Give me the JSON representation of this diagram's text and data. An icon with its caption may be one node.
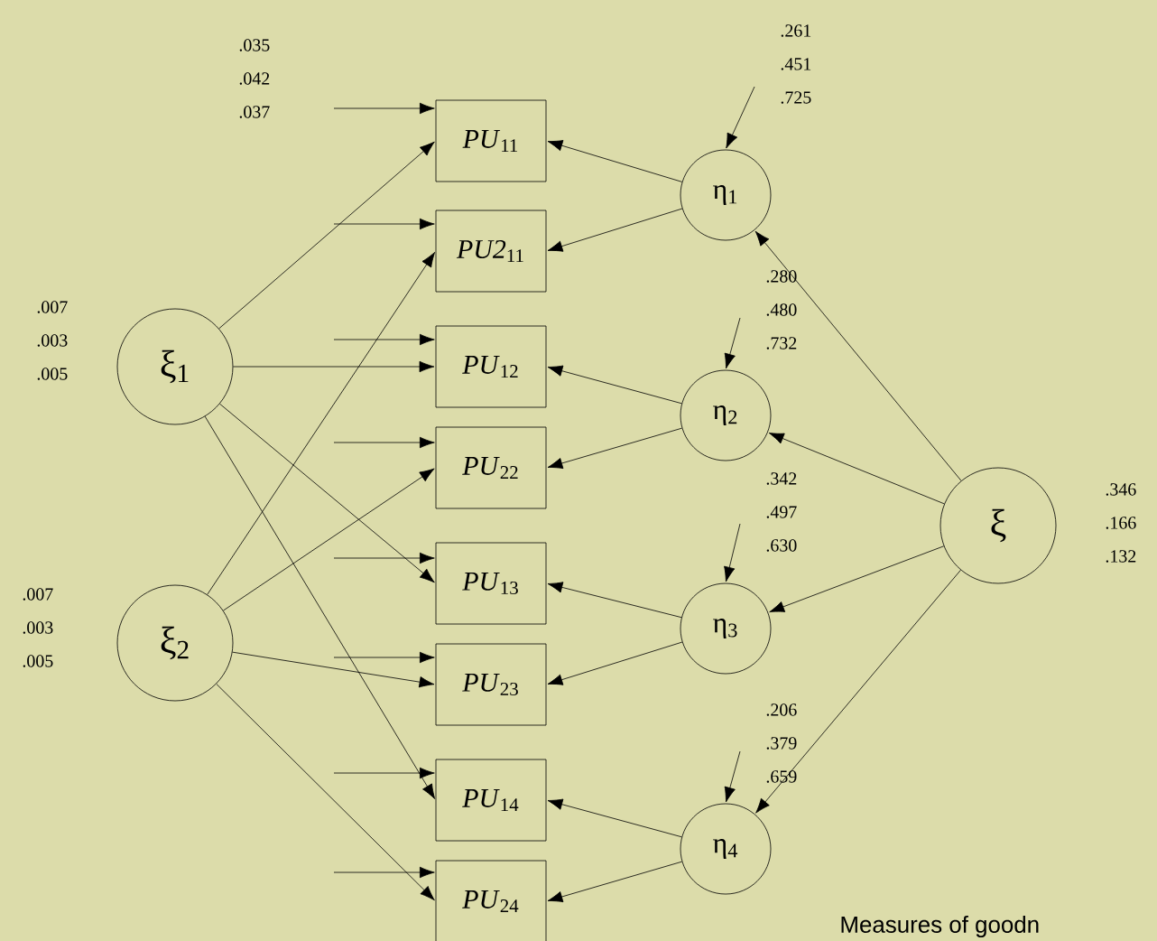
{
  "diagram": {
    "nodes": [
      {
        "text": [
          "ξ$_{1}$"
        ]
      },
      {
        "text": [
          "ξ$_{2}$"
        ]
      },
      {
        "text": [
          "*PU*$_{11}$"
        ]
      },
      {
        "text": [
          "*PU2*$_{11}$"
        ]
      },
      {
        "text": [
          "*PU*$_{12}$"
        ]
      },
      {
        "text": [
          "*PU*$_{22}$"
        ]
      },
      {
        "text": [
          "*PU*$_{13}$"
        ]
      },
      {
        "text": [
          "*PU*$_{23}$"
        ]
      },
      {
        "text": [
          "*PU*$_{14}$"
        ]
      },
      {
        "text": [
          "*PU*$_{24}$"
        ]
      },
      {
        "text": [
          "η$_{1}$"
        ]
      },
      {
        "text": [
          "η$_{2}$"
        ]
      },
      {
        "text": [
          "η$_{3}$"
        ]
      },
      {
        "text": [
          "η$_{4}$"
        ]
      },
      {
        "text": [
          "ξ"
        ]
      }
    ],
    "edges": [
      {
        "from": null,
        "to": 2,
        "arrow": "to"
      },
      {
        "from": null,
        "to": 3,
        "arrow": "to"
      },
      {
        "from": null,
        "to": 4,
        "arrow": "to"
      },
      {
        "from": null,
        "to": 5,
        "arrow": "to"
      },
      {
        "from": null,
        "to": 6,
        "arrow": "to"
      },
      {
        "from": null,
        "to": 7,
        "arrow": "to"
      },
      {
        "from": null,
        "to": 8,
        "arrow": "to"
      },
      {
        "from": null,
        "to": 9,
        "arrow": "to"
      },
      {
        "from": 0,
        "to": 2,
        "arrow": "to"
      },
      {
        "from": 0,
        "to": 4,
        "arrow": "to"
      },
      {
        "from": 0,
        "to": 6,
        "arrow": "to"
      },
      {
        "from": 0,
        "to": 8,
        "arrow": "to"
      },
      {
        "from": 1,
        "to": 3,
        "arrow": "to"
      },
      {
        "from": 1,
        "to": 5,
        "arrow": "to"
      },
      {
        "from": 1,
        "to": 7,
        "arrow": "to"
      },
      {
        "from": 1,
        "to": 9,
        "arrow": "to"
      },
      {
        "from": 10,
        "to": 2,
        "arrow": "to"
      },
      {
        "from": 10,
        "to": 3,
        "arrow": "to"
      },
      {
        "from": 11,
        "to": 4,
        "arrow": "to"
      },
      {
        "from": 11,
        "to": 5,
        "arrow": "to"
      },
      {
        "from": 12,
        "to": 6,
        "arrow": "to"
      },
      {
        "from": 12,
        "to": 7,
        "arrow": "to"
      },
      {
        "from": 13,
        "to": 8,
        "arrow": "to"
      },
      {
        "from": 13,
        "to": 9,
        "arrow": "to"
      },
      {
        "from": 14,
        "to": 10,
        "arrow": "to"
      },
      {
        "from": 14,
        "to": 11,
        "arrow": "to"
      },
      {
        "from": 14,
        "to": 12,
        "arrow": "to"
      },
      {
        "from": 14,
        "to": 13,
        "arrow": "to"
      },
      {
        "from": null,
        "to": 10,
        "arrow": "to"
      },
      {
        "from": null,
        "to": 11,
        "arrow": "to"
      },
      {
        "from": null,
        "to": 12,
        "arrow": "to"
      },
      {
        "from": null,
        "to": 13,
        "arrow": "to"
      }
    ],
    "labels": [
      ".035",
      ".042",
      ".037",
      ".007",
      ".003",
      ".005",
      ".007",
      ".003",
      ".005",
      ".261",
      ".451",
      ".725",
      ".280",
      ".480",
      ".732",
      ".342",
      ".497",
      ".630",
      ".206",
      ".379",
      ".659",
      ".346",
      ".166",
      ".132",
      "Measures of goodn"
    ]
  }
}
